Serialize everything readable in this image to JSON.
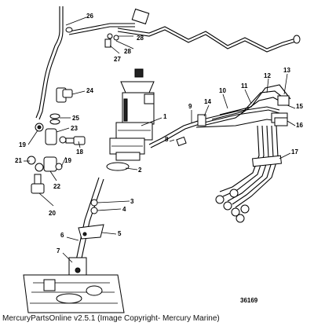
{
  "callouts": [
    "1",
    "2",
    "3",
    "4",
    "5",
    "6",
    "7",
    "8",
    "9",
    "10",
    "11",
    "12",
    "13",
    "14",
    "15",
    "16",
    "17",
    "18",
    "19",
    "19",
    "20",
    "21",
    "22",
    "23",
    "24",
    "25",
    "26",
    "27",
    "28",
    "28"
  ],
  "figure_number": "36169",
  "copyright": "MercuryPartsOnline v2.5.1 (Image Copyright- Mercury Marine)"
}
